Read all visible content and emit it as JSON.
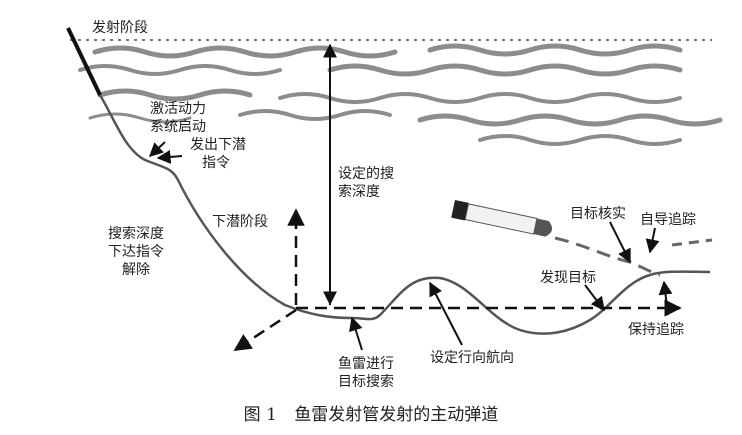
{
  "labels": {
    "launch_phase": "发射阶段",
    "activate_power": [
      "激活动力",
      "系统启动"
    ],
    "dive_command": [
      "发出下潜",
      "指令"
    ],
    "search_depth_lifted": [
      "搜索深度",
      "下达指令",
      "解除"
    ],
    "dive_phase": "下潜阶段",
    "set_search_depth": [
      "设定的搜",
      "索深度"
    ],
    "torpedo_search": [
      "鱼雷进行",
      "目标搜索"
    ],
    "set_heading": "设定行向航向",
    "target_found": "发现目标",
    "target_confirm": "目标核实",
    "homing_track": "自导追踪",
    "keep_track": "保持追踪"
  },
  "caption": {
    "number": "图 1",
    "text": "鱼雷发射管发射的主动弹道"
  },
  "colors": {
    "wave": "#8c8c8c",
    "line": "#555555",
    "arrow": "#111111"
  }
}
